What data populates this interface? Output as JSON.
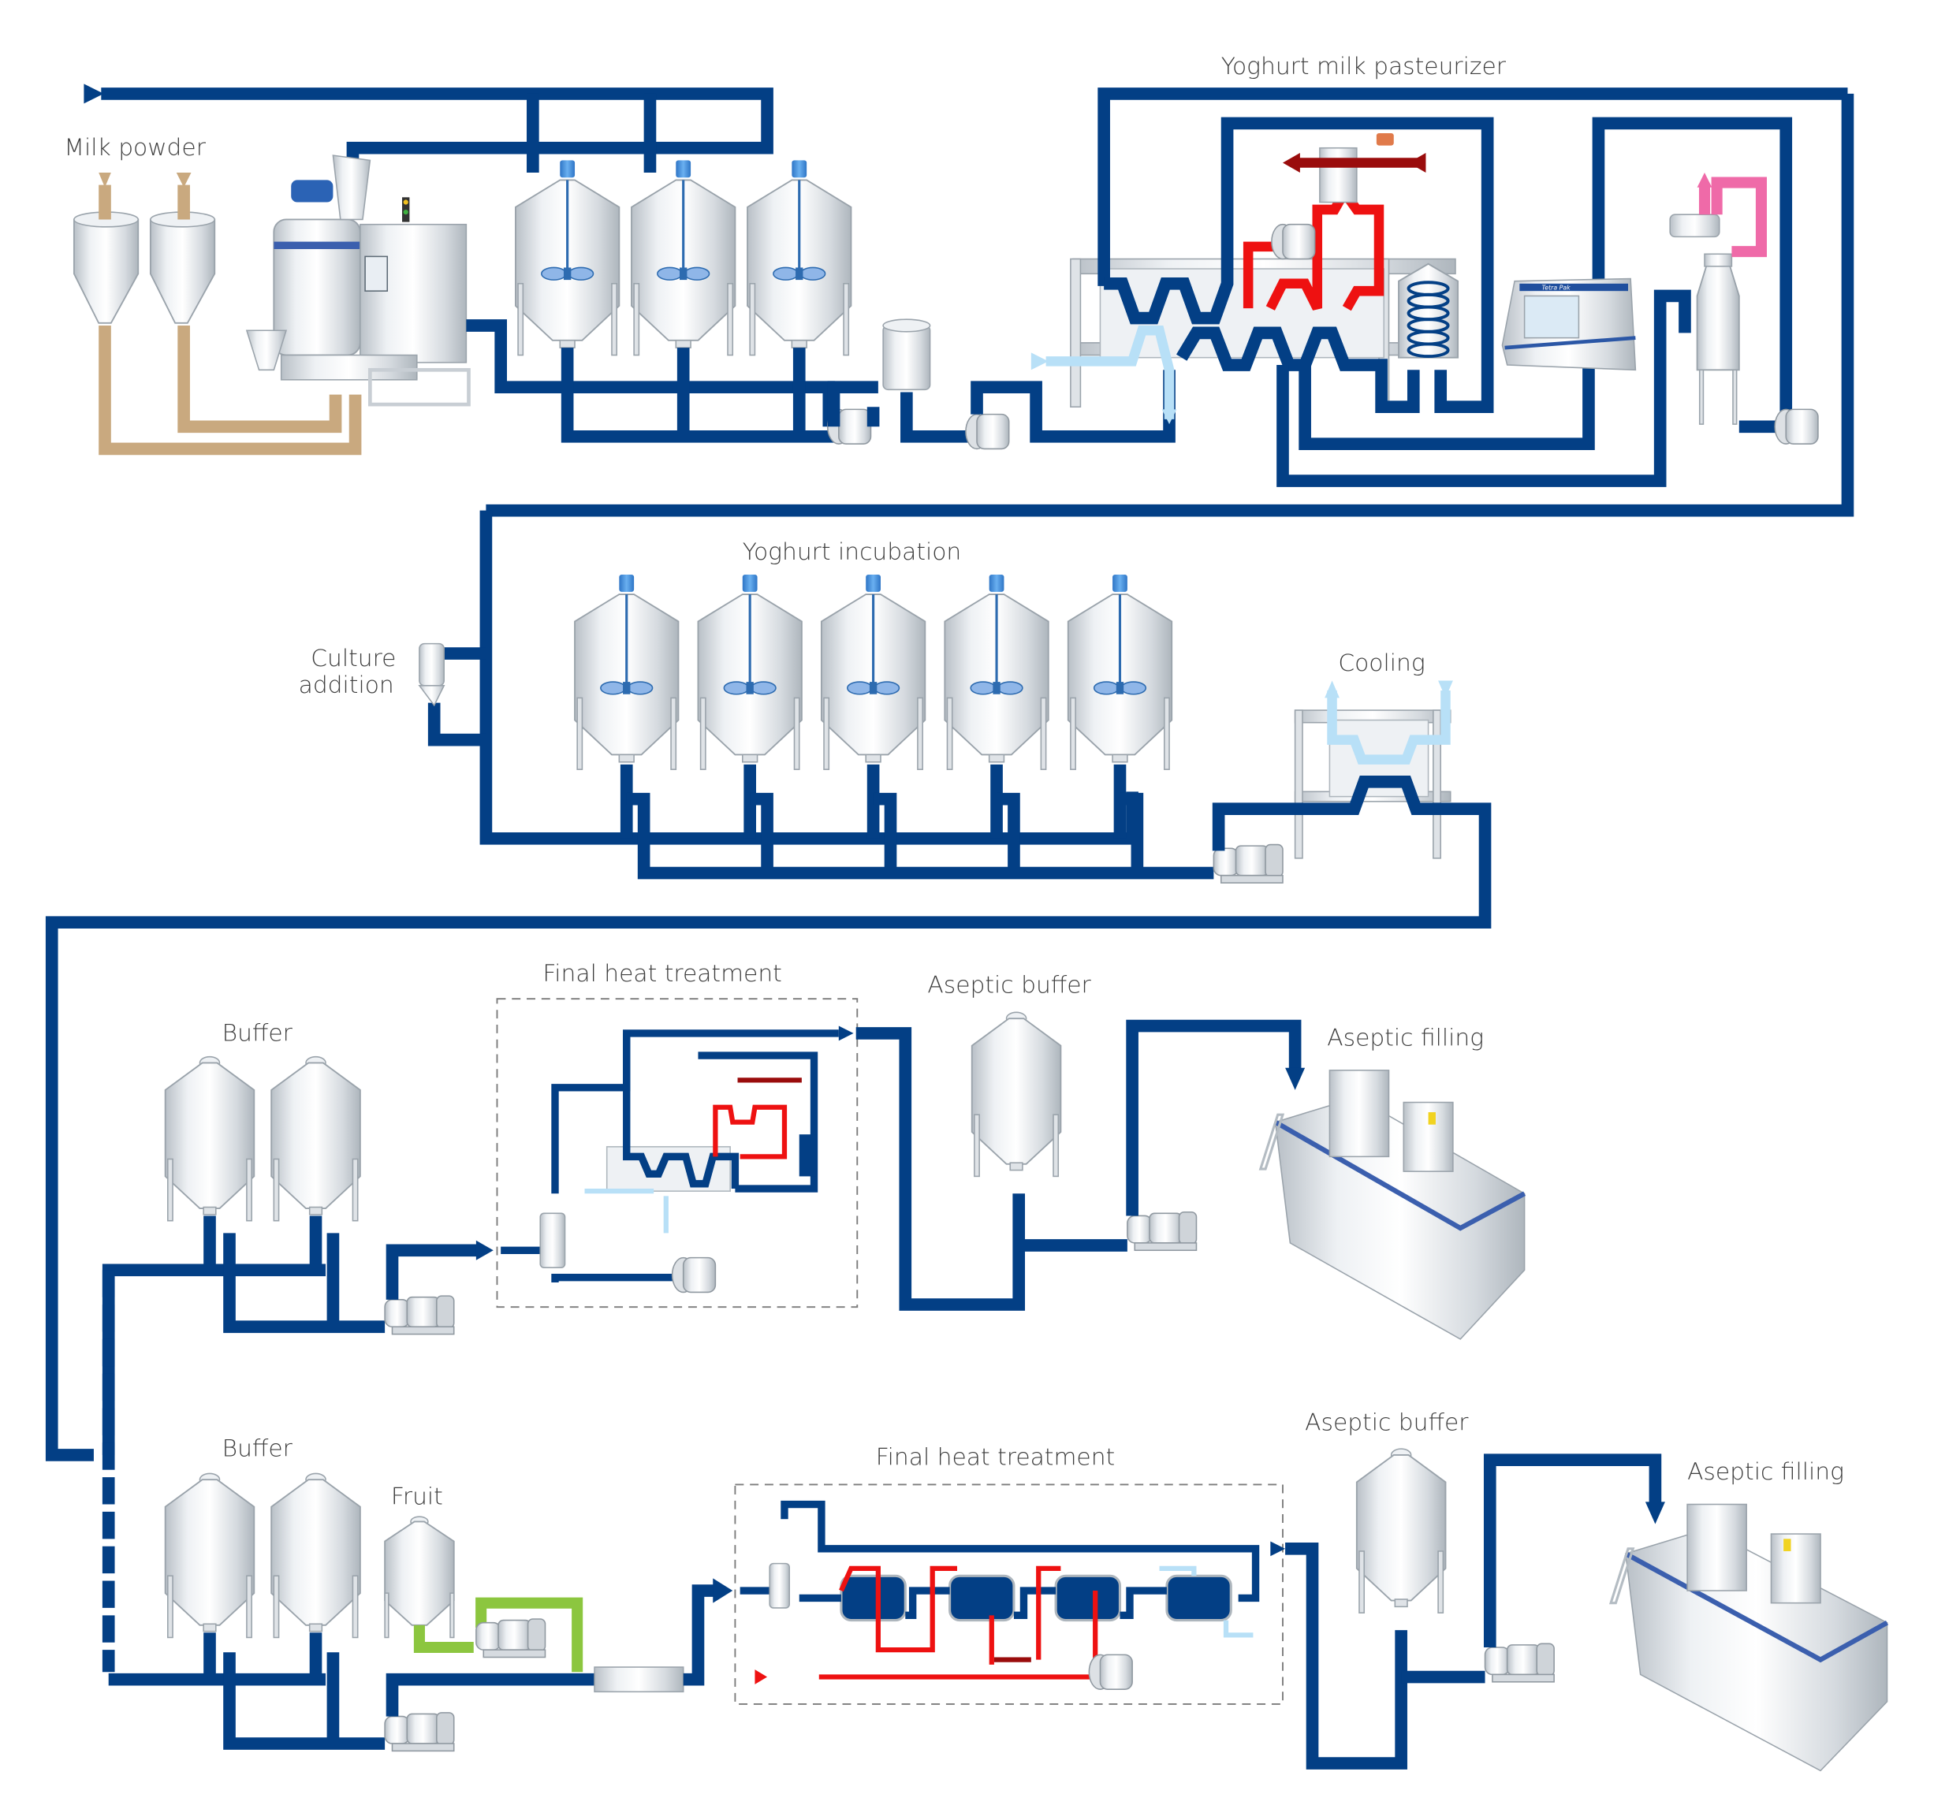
{
  "title": "Yoghurt production line",
  "labels": {
    "milk_powder": "Milk powder",
    "pasteurizer": "Yoghurt milk pasteurizer",
    "incubation": "Yoghurt incubation",
    "culture_line1": "Culture",
    "culture_line2": "addition",
    "cooling": "Cooling",
    "buffer_1": "Buffer",
    "final_heat_1": "Final heat treatment",
    "aseptic_buffer_1": "Aseptic buffer",
    "aseptic_filling_1": "Aseptic filling",
    "buffer_2": "Buffer",
    "fruit": "Fruit",
    "final_heat_2": "Final heat treatment",
    "aseptic_buffer_2": "Aseptic buffer",
    "aseptic_filling_2": "Aseptic filling",
    "homogenizer_brand": "Tetra Pak"
  },
  "colors": {
    "product": "#033f85",
    "powder": "#c9a97f",
    "hot_water": "#ee1111",
    "steam": "#9a0c0c",
    "cooling_water": "#b8e0f7",
    "vacuum": "#ef6aa8",
    "fruit": "#8cc63f"
  }
}
